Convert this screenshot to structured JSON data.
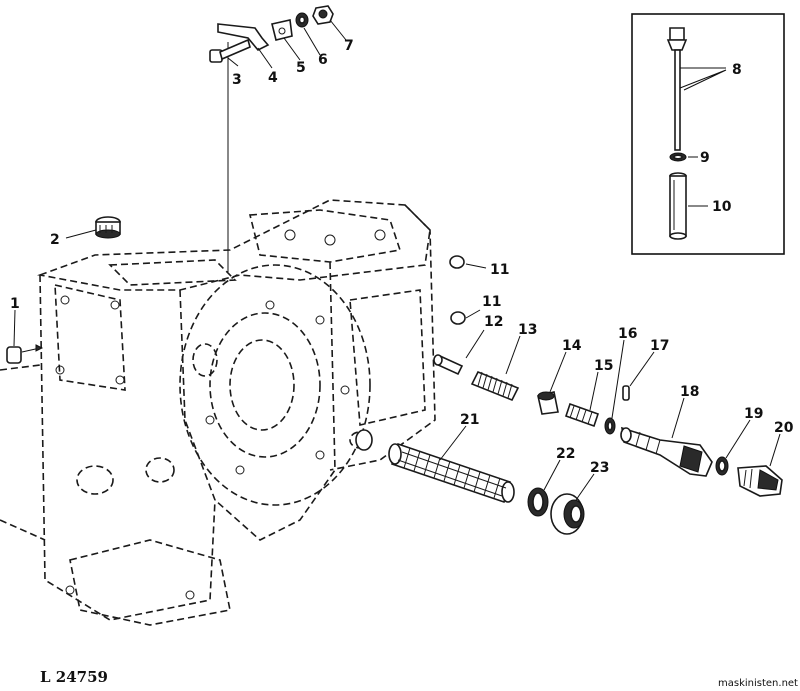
{
  "figure_number": "L 24759",
  "watermark": "maskinisten.net",
  "callouts": [
    {
      "label": "1",
      "part": "plug"
    },
    {
      "label": "2",
      "part": "filler-cap"
    },
    {
      "label": "3",
      "part": "bolt"
    },
    {
      "label": "4",
      "part": "bracket"
    },
    {
      "label": "5",
      "part": "clip"
    },
    {
      "label": "6",
      "part": "washer"
    },
    {
      "label": "7",
      "part": "nut"
    },
    {
      "label": "8",
      "part": "dipstick"
    },
    {
      "label": "9",
      "part": "o-ring"
    },
    {
      "label": "10",
      "part": "dipstick-tube"
    },
    {
      "label": "11",
      "part": "plug-upper"
    },
    {
      "label": "11",
      "part": "plug-lower"
    },
    {
      "label": "12",
      "part": "valve-pin"
    },
    {
      "label": "13",
      "part": "spring"
    },
    {
      "label": "14",
      "part": "valve"
    },
    {
      "label": "15",
      "part": "spring-small"
    },
    {
      "label": "16",
      "part": "washer-16"
    },
    {
      "label": "17",
      "part": "roll-pin"
    },
    {
      "label": "18",
      "part": "valve-housing"
    },
    {
      "label": "19",
      "part": "o-ring-19"
    },
    {
      "label": "20",
      "part": "fitting"
    },
    {
      "label": "21",
      "part": "filter-screen"
    },
    {
      "label": "22",
      "part": "o-ring-22"
    },
    {
      "label": "23",
      "part": "filter-cap"
    }
  ]
}
